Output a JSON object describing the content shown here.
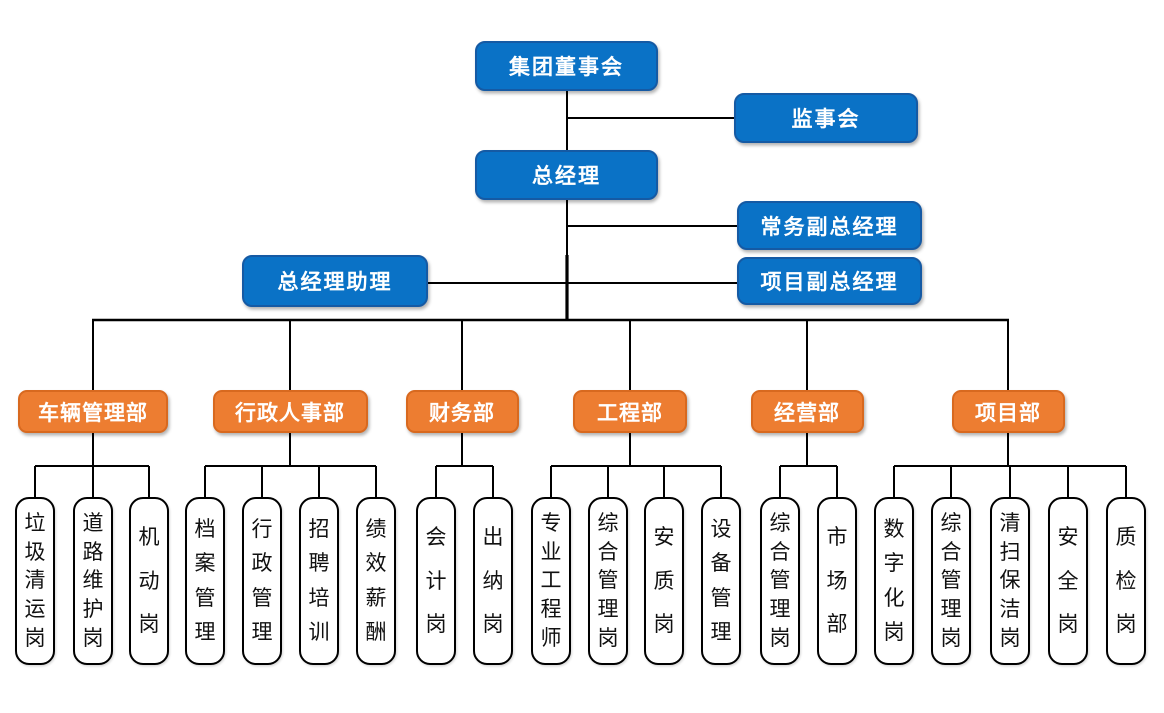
{
  "colors": {
    "node_blue": "#0a72c6",
    "node_blue_border": "#155aa4",
    "node_orange": "#ed7d31",
    "node_orange_border": "#d8691f",
    "connector_line": "#000000",
    "post_border": "#000000",
    "post_text": "#111111",
    "node_text": "#ffffff"
  },
  "org_chart": {
    "executives": [
      {
        "id": "group-board",
        "label": "集团董事会"
      },
      {
        "id": "supervisory-board",
        "label": "监事会"
      },
      {
        "id": "general-manager",
        "label": "总经理"
      },
      {
        "id": "executive-deputy-gm",
        "label": "常务副总经理"
      },
      {
        "id": "gm-assistant",
        "label": "总经理助理"
      },
      {
        "id": "project-deputy-gm",
        "label": "项目副总经理"
      }
    ],
    "departments": [
      {
        "id": "vehicle-management",
        "label": "车辆管理部",
        "positions": [
          "垃圾清运岗",
          "道路维护岗",
          "机动岗"
        ]
      },
      {
        "id": "admin-hr",
        "label": "行政人事部",
        "positions": [
          "档案管理",
          "行政管理",
          "招聘培训",
          "绩效薪酬"
        ]
      },
      {
        "id": "finance",
        "label": "财务部",
        "positions": [
          "会计岗",
          "出纳岗"
        ]
      },
      {
        "id": "engineering",
        "label": "工程部",
        "positions": [
          "专业工程师",
          "综合管理岗",
          "安质岗",
          "设备管理"
        ]
      },
      {
        "id": "operations",
        "label": "经营部",
        "positions": [
          "综合管理岗",
          "市场部"
        ]
      },
      {
        "id": "project",
        "label": "项目部",
        "positions": [
          "数字化岗",
          "综合管理岗",
          "清扫保洁岗",
          "安全岗",
          "质检岗"
        ]
      }
    ]
  }
}
